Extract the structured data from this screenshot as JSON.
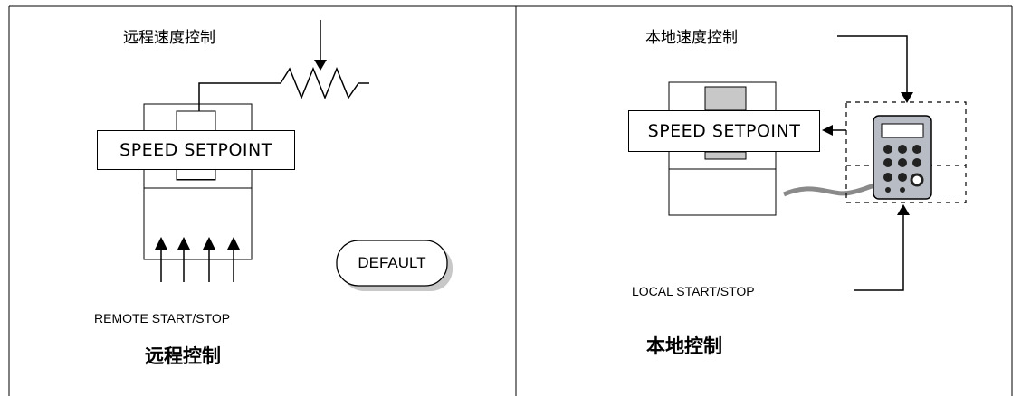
{
  "remote": {
    "title": "远程速度控制",
    "setpoint_label": "SPEED SETPOINT",
    "button_label": "DEFAULT",
    "start_stop_label": "REMOTE START/STOP",
    "caption": "远程控制"
  },
  "local": {
    "title": "本地速度控制",
    "setpoint_label": "SPEED SETPOINT",
    "start_stop_label": "LOCAL START/STOP",
    "caption": "本地控制"
  },
  "colors": {
    "line": "#000000",
    "cable": "#8a8a8a",
    "screen_fill": "#c8c8c8",
    "keypad_body": "#b8bcc4"
  }
}
